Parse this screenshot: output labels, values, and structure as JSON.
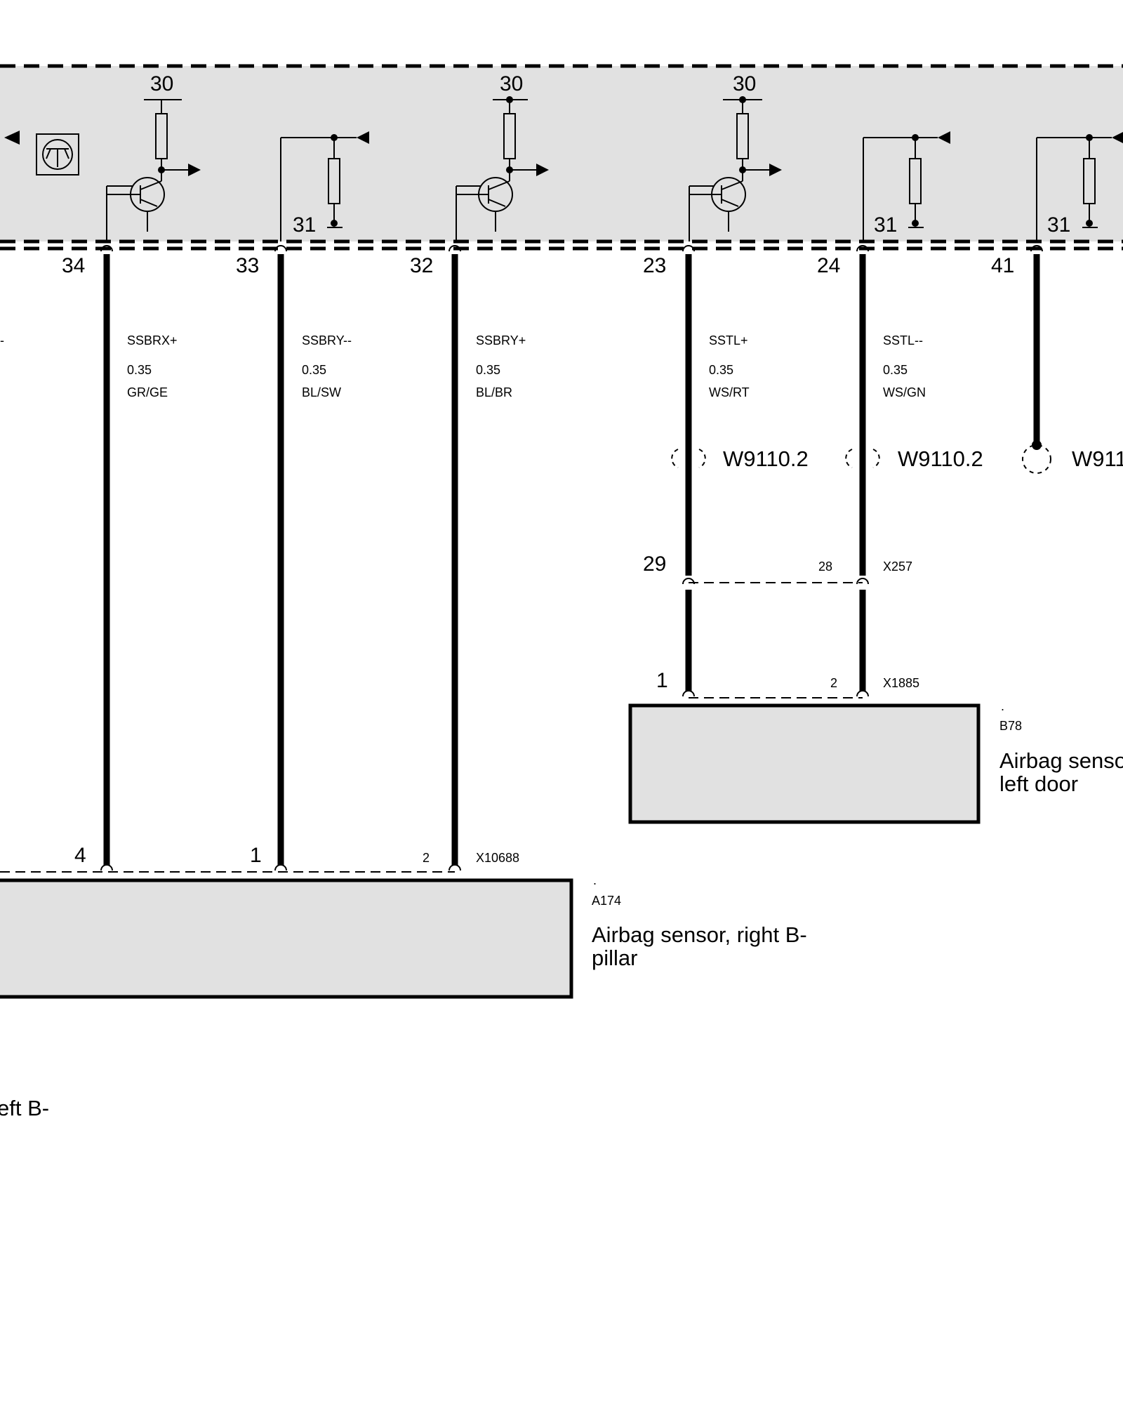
{
  "ecu": {
    "supply_labels": [
      "30",
      "30",
      "30"
    ],
    "ground_labels": [
      "31",
      "31",
      "31"
    ],
    "pins": [
      "34",
      "33",
      "32",
      "23",
      "24",
      "41"
    ]
  },
  "wires": [
    {
      "signal": "--",
      "gauge": "",
      "color": ""
    },
    {
      "signal": "SSBRX+",
      "gauge": "0.35",
      "color": "GR/GE"
    },
    {
      "signal": "SSBRY--",
      "gauge": "0.35",
      "color": "BL/SW"
    },
    {
      "signal": "SSBRY+",
      "gauge": "0.35",
      "color": "BL/BR"
    },
    {
      "signal": "SSTL+",
      "gauge": "0.35",
      "color": "WS/RT"
    },
    {
      "signal": "SSTL--",
      "gauge": "0.35",
      "color": "WS/GN"
    }
  ],
  "splices": [
    "W9110.2",
    "W9110.2",
    "W911"
  ],
  "connectors": {
    "x257": {
      "name": "X257",
      "pin_a": "29",
      "pin_b": "28"
    },
    "x1885": {
      "name": "X1885",
      "pin_a": "1",
      "pin_b": "2"
    },
    "x10688": {
      "name": "X10688",
      "pin_a": "4",
      "pin_b": "1",
      "pin_c": "2"
    }
  },
  "components": {
    "b78": {
      "dot": ".",
      "id": "B78",
      "desc_line1": "Airbag senso",
      "desc_line2": "left door"
    },
    "a174": {
      "dot": ".",
      "id": "A174",
      "desc_line1": "Airbag sensor, right B-",
      "desc_line2": "pillar"
    }
  },
  "offpage_text": "eft B-",
  "colors": {
    "ecu_fill": "#e1e1e1",
    "component_fill": "#e1e1e1",
    "line": "#000000"
  }
}
